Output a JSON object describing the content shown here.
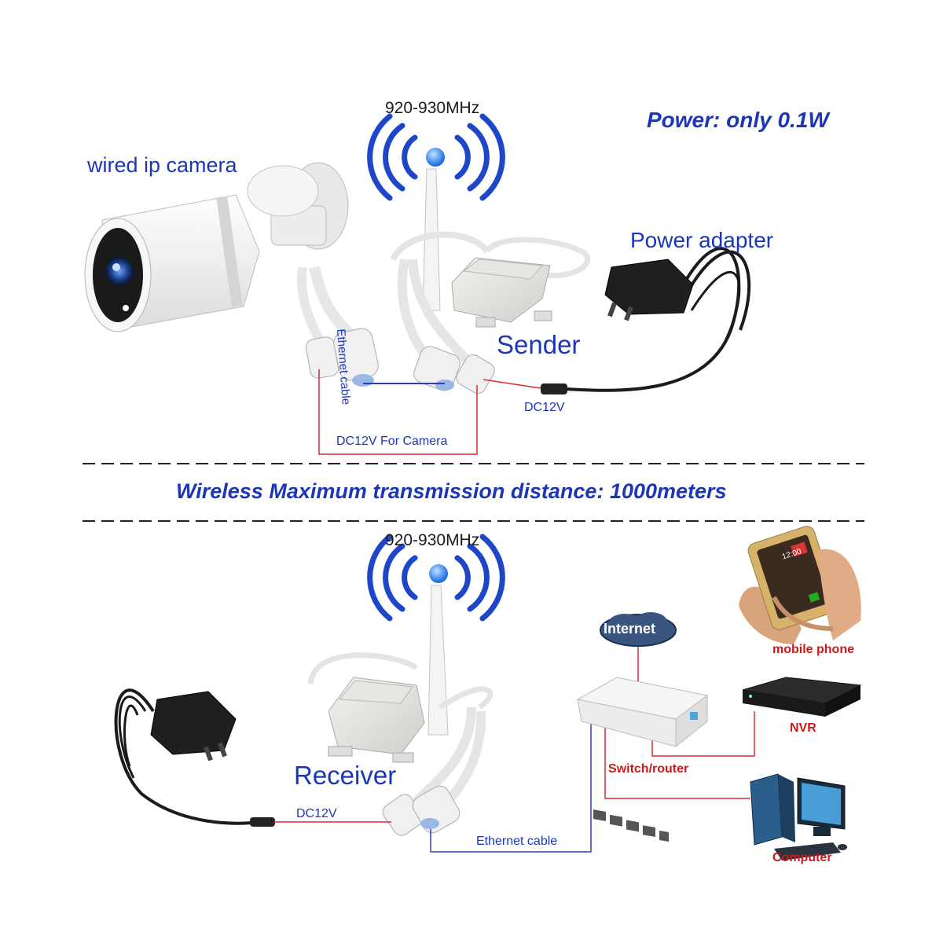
{
  "top": {
    "freq": "920-930MHz",
    "power": "Power: only 0.1W",
    "camera_label": "wired ip camera",
    "power_adapter_label": "Power adapter",
    "sender_label": "Sender",
    "ethernet_label": "Ethernet cable",
    "dc12v_label": "DC12V",
    "dc12v_camera_label": "DC12V For Camera"
  },
  "middle": {
    "distance": "Wireless Maximum transmission distance: 1000meters"
  },
  "bottom": {
    "freq": "920-930MHz",
    "receiver_label": "Receiver",
    "dc12v_label": "DC12V",
    "ethernet_label": "Ethernet cable",
    "internet_label": "Internet",
    "switch_label": "Switch/router",
    "nvr_label": "NVR",
    "computer_label": "Computer",
    "phone_label": "mobile phone",
    "phone_time": "12:00"
  },
  "colors": {
    "label_blue": "#1c36b8",
    "wire_red": "#d92b2b",
    "wire_blue": "#2a3fc4",
    "signal_blue": "#1e46c8"
  }
}
